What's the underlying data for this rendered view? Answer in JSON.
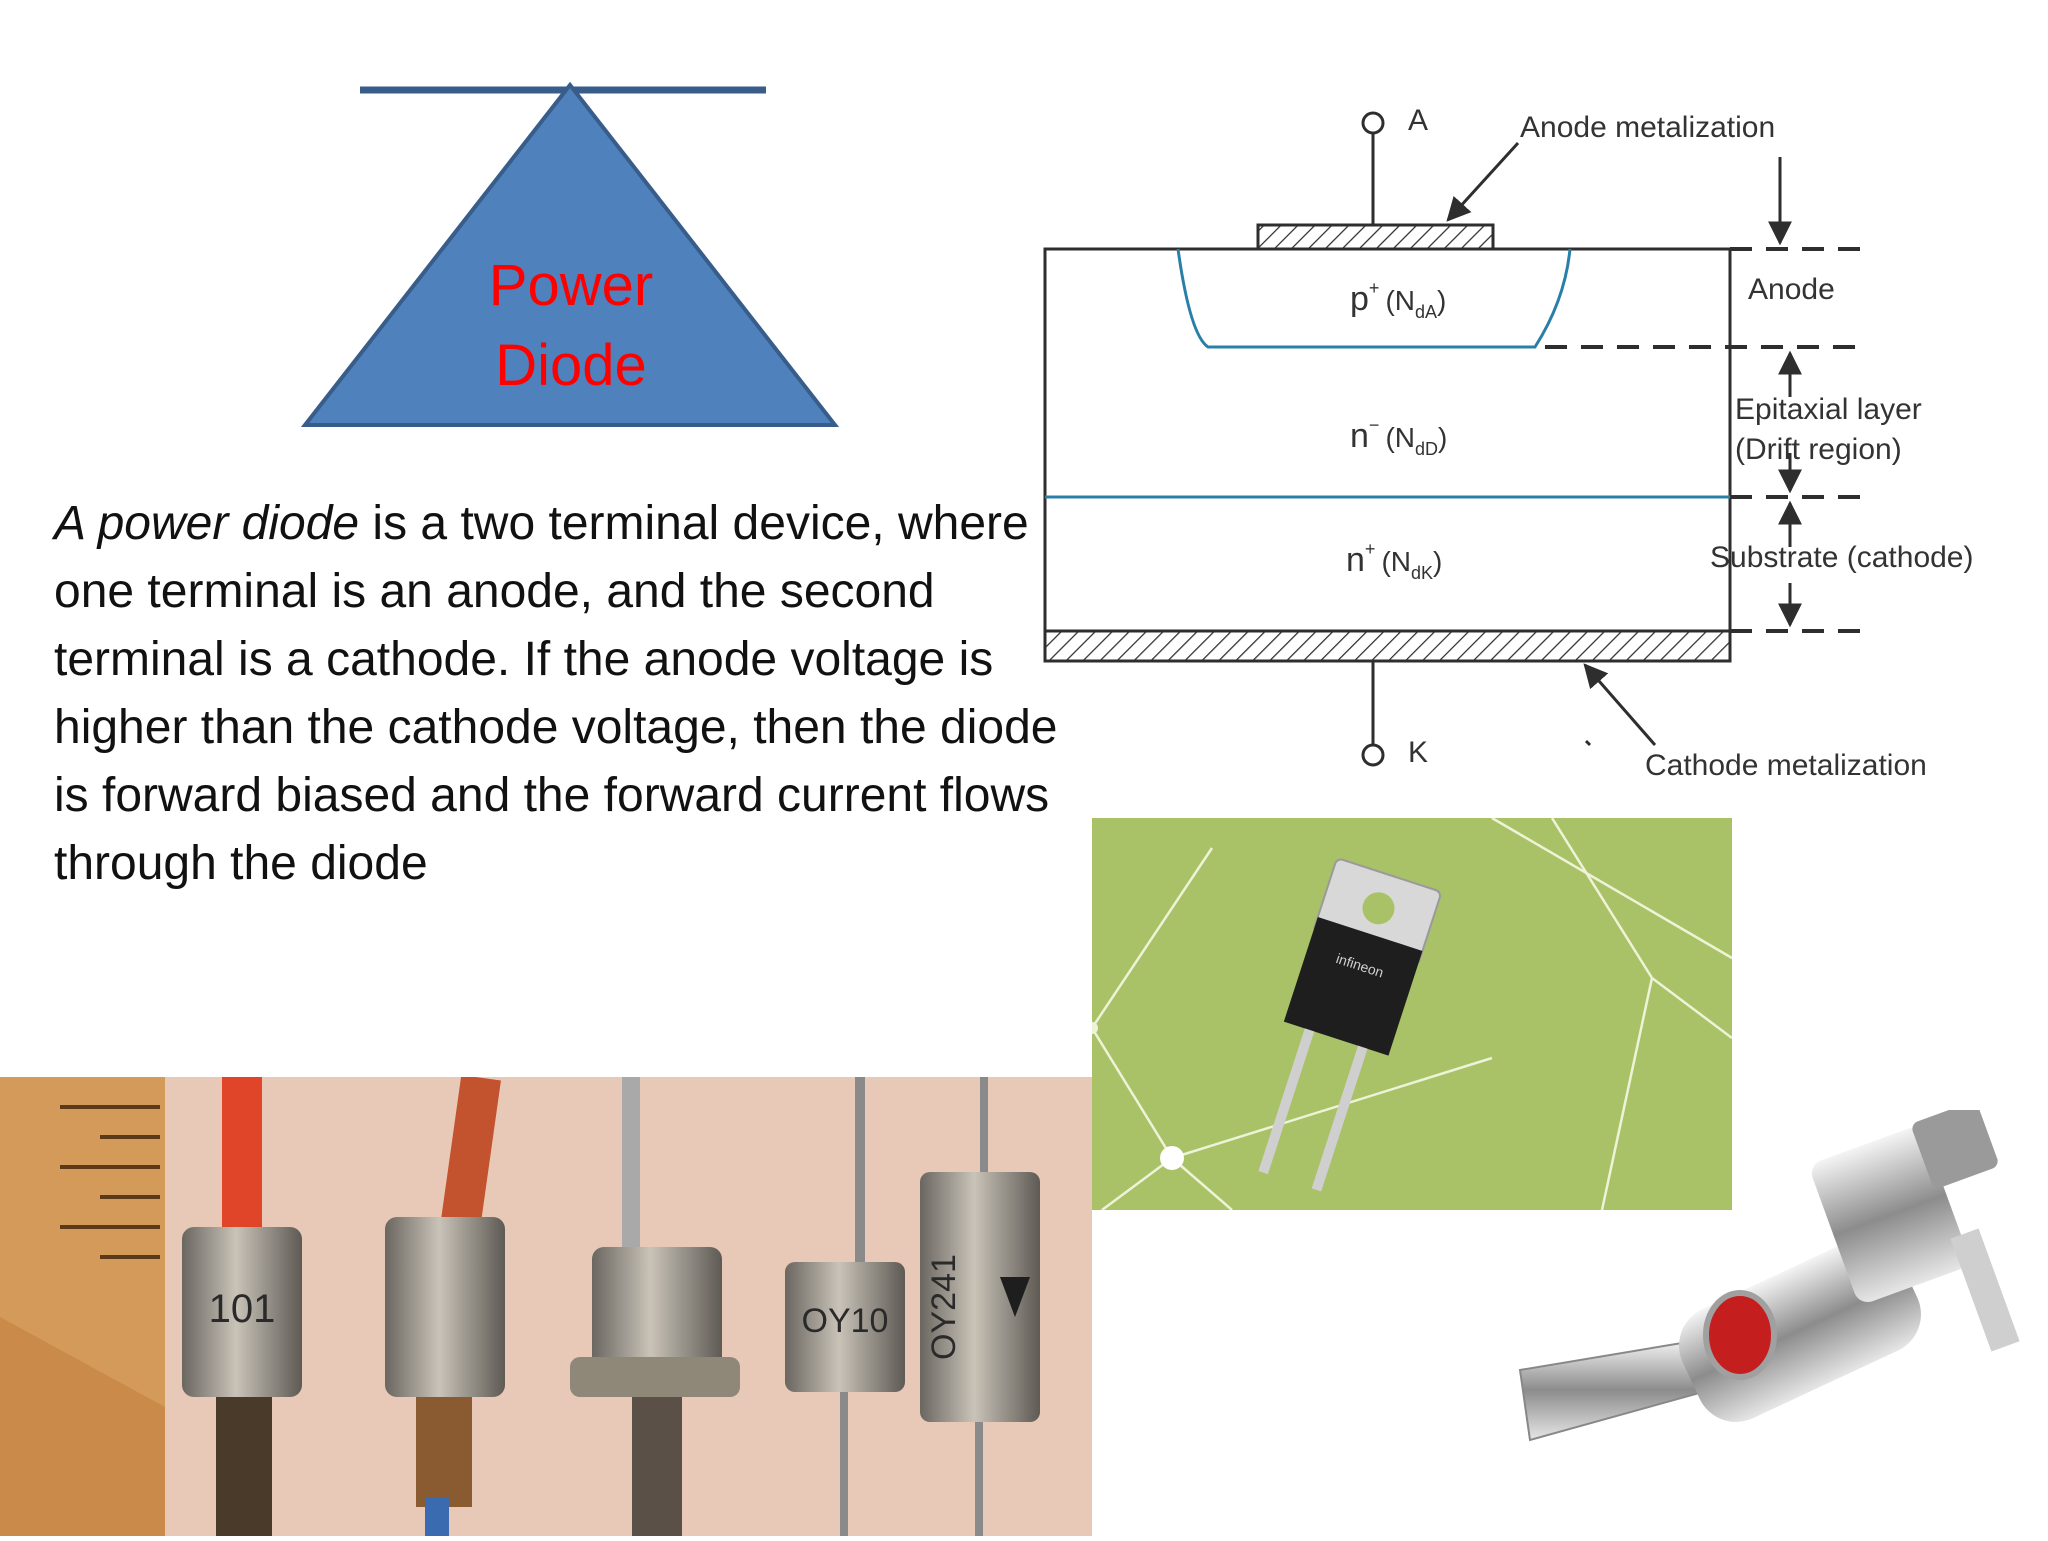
{
  "slide": {
    "title_graphic": {
      "line1": "Power",
      "line2": "Diode"
    },
    "description": {
      "lead_italic": "A power diode",
      "body": " is a two terminal device, where one terminal is an anode, and the second terminal is a cathode. If the anode voltage is higher than the cathode voltage, then the diode is forward biased and the forward current flows through the diode"
    }
  },
  "diagram": {
    "terminal_anode": "A",
    "terminal_cathode": "K",
    "anode_metalization": "Anode metalization",
    "cathode_metalization": "Cathode metalization",
    "region_p": "p",
    "region_p_sup": "+",
    "region_p_sub": "(N",
    "region_p_dop": "dA",
    "region_n_minus": "n",
    "region_n_minus_sup": "−",
    "region_n_minus_sub": "(N",
    "region_n_minus_dop": "dD",
    "region_n_plus": "n",
    "region_n_plus_sup": "+",
    "region_n_plus_sub": "(N",
    "region_n_plus_dop": "dK",
    "close_paren": ")",
    "label_anode": "Anode",
    "label_epitaxial_1": "Epitaxial layer",
    "label_epitaxial_2": "(Drift region)",
    "label_substrate": "Substrate (cathode)"
  },
  "photos": {
    "through_hole_brand": "infineon",
    "stud_markings": [
      "101",
      "OY10",
      "OY241"
    ]
  },
  "colors": {
    "triangle_fill": "#4f81bd",
    "triangle_stroke": "#385d8a",
    "title_text": "#ff0000",
    "green_background": "#a9c267",
    "diagram_line": "#2e2e2e",
    "junction_line": "#2a7fa8"
  }
}
